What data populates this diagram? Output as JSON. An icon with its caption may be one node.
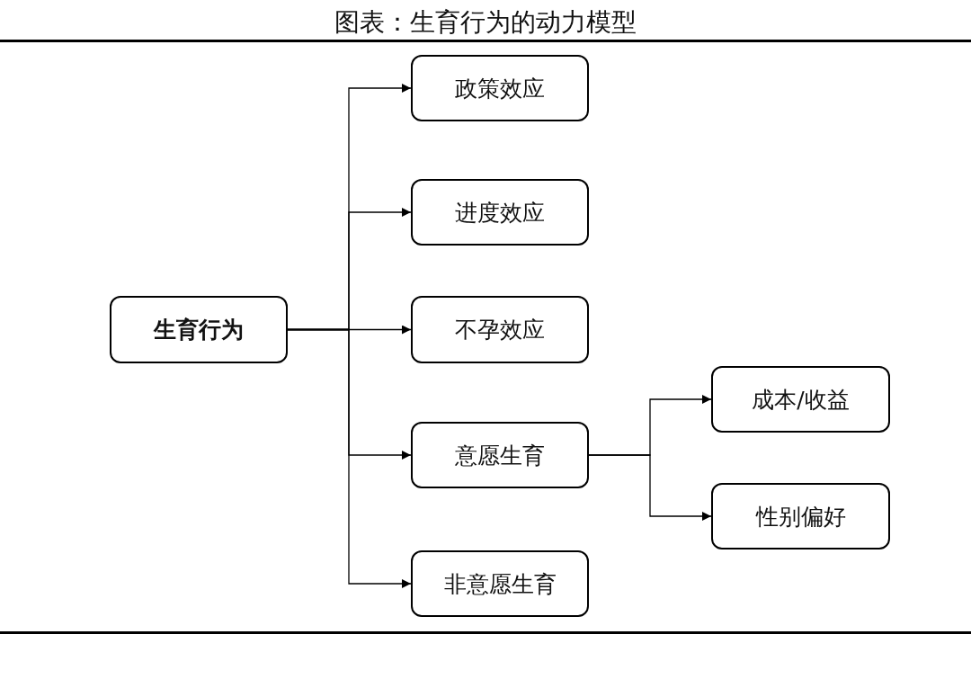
{
  "diagram": {
    "title": "图表：生育行为的动力模型",
    "nodes": [
      {
        "text": [
          "生育行为"
        ]
      },
      {
        "text": [
          "政策效应"
        ]
      },
      {
        "text": [
          "进度效应"
        ]
      },
      {
        "text": [
          "不孕效应"
        ]
      },
      {
        "text": [
          "意愿生育"
        ]
      },
      {
        "text": [
          "非意愿生育"
        ]
      },
      {
        "text": [
          "成本/收益"
        ]
      },
      {
        "text": [
          "性别偏好"
        ]
      }
    ],
    "edges": [
      {
        "from": 0,
        "to": 1,
        "arrow": "to"
      },
      {
        "from": 0,
        "to": 2,
        "arrow": "to"
      },
      {
        "from": 0,
        "to": 3,
        "arrow": "to"
      },
      {
        "from": 0,
        "to": 4,
        "arrow": "to"
      },
      {
        "from": 0,
        "to": 5,
        "arrow": "to"
      },
      {
        "from": 4,
        "to": 6,
        "arrow": "to"
      },
      {
        "from": 4,
        "to": 7,
        "arrow": "to"
      }
    ]
  }
}
